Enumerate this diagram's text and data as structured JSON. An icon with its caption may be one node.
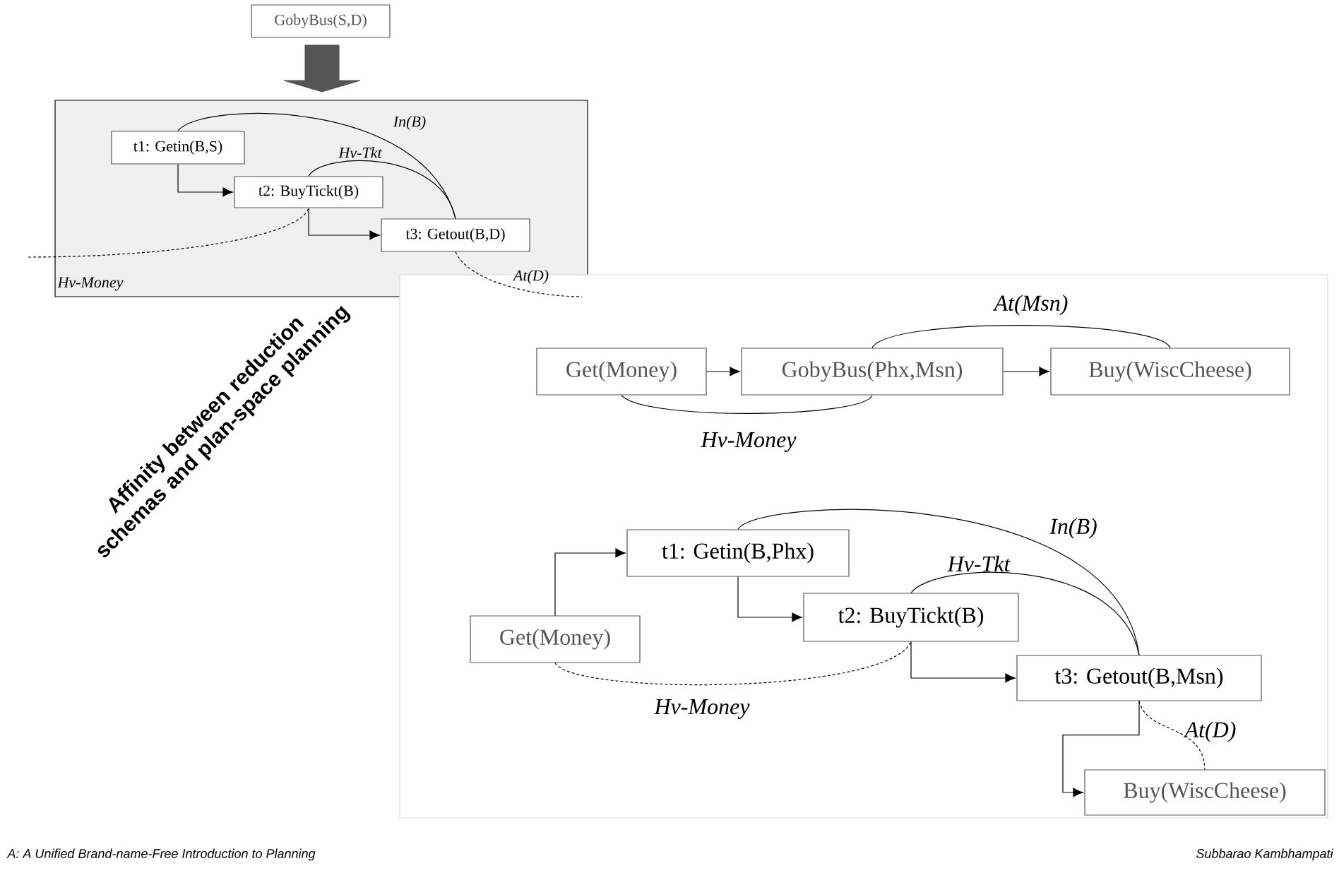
{
  "diagram": {
    "nodes": [
      {
        "text": [
          "GobyBus(S,D)"
        ]
      },
      {
        "text": [],
        "shape": "box"
      },
      {
        "text": [
          "t1: Getin(B,S)"
        ],
        "in": 1
      },
      {
        "text": [
          "t2: BuyTickt(B)"
        ],
        "in": 1
      },
      {
        "text": [
          "t3: Getout(B,D)"
        ],
        "in": 1
      },
      {
        "text": [],
        "shape": "box"
      },
      {
        "text": [
          "Get(Money)"
        ],
        "in": 5
      },
      {
        "text": [
          "GobyBus(Phx,Msn)"
        ],
        "in": 5
      },
      {
        "text": [
          "Buy(WiscCheese)"
        ],
        "in": 5
      },
      {
        "text": [
          "t1: Getin(B,Phx)"
        ],
        "in": 5
      },
      {
        "text": [
          "t2: BuyTickt(B)"
        ],
        "in": 5
      },
      {
        "text": [
          "Get(Money)"
        ],
        "in": 5
      },
      {
        "text": [
          "t3: Getout(B,Msn)"
        ],
        "in": 5
      },
      {
        "text": [
          "Buy(WiscCheese)"
        ],
        "in": 5
      }
    ],
    "edges": [
      {
        "from": 2,
        "to": 3,
        "arrow": "to"
      },
      {
        "from": 3,
        "to": 4,
        "arrow": "to"
      },
      {
        "from": 2,
        "to": 4,
        "arrow": "none",
        "label": "In(B)"
      },
      {
        "from": 3,
        "to": 4,
        "arrow": "none",
        "label": "Hv-Tkt"
      },
      {
        "from": null,
        "to": 3,
        "arrow": "none",
        "style": "dashed",
        "label": "Hv-Money"
      },
      {
        "from": 4,
        "to": null,
        "arrow": "none",
        "style": "dashed",
        "label": "At(D)"
      },
      {
        "from": 6,
        "to": 7,
        "arrow": "to"
      },
      {
        "from": 7,
        "to": 8,
        "arrow": "to"
      },
      {
        "from": 7,
        "to": 8,
        "arrow": "none",
        "label": "At(Msn)"
      },
      {
        "from": 6,
        "to": 7,
        "arrow": "none",
        "label": "Hv-Money"
      },
      {
        "from": 11,
        "to": 9,
        "arrow": "to"
      },
      {
        "from": 9,
        "to": 10,
        "arrow": "to"
      },
      {
        "from": 9,
        "to": 12,
        "arrow": "none",
        "label": "In(B)"
      },
      {
        "from": 10,
        "to": 12,
        "arrow": "none",
        "label": "Hv-Tkt"
      },
      {
        "from": 10,
        "to": 12,
        "arrow": "to"
      },
      {
        "from": 11,
        "to": 10,
        "arrow": "none",
        "style": "dashed",
        "label": "Hv-Money"
      },
      {
        "from": 12,
        "to": 13,
        "arrow": "to"
      },
      {
        "from": 12,
        "to": 13,
        "arrow": "none",
        "style": "dashed",
        "label": "At(D)"
      }
    ],
    "labels": [
      "Affinity between reduction schemas and plan-space planning",
      "A: A Unified Brand-name-Free Introduction to Planning",
      "Subbarao Kambhampati"
    ]
  }
}
